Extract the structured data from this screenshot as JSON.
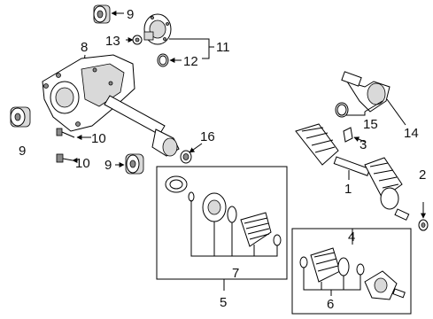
{
  "callouts": {
    "c1": "1",
    "c2": "2",
    "c3": "3",
    "c4": "4",
    "c5": "5",
    "c6": "6",
    "c7": "7",
    "c8": "8",
    "c9_top": "9",
    "c9_left": "9",
    "c9_bottom": "9",
    "c10_a": "10",
    "c10_b": "10",
    "c11": "11",
    "c12": "12",
    "c13": "13",
    "c14": "14",
    "c15": "15",
    "c16": "16"
  }
}
